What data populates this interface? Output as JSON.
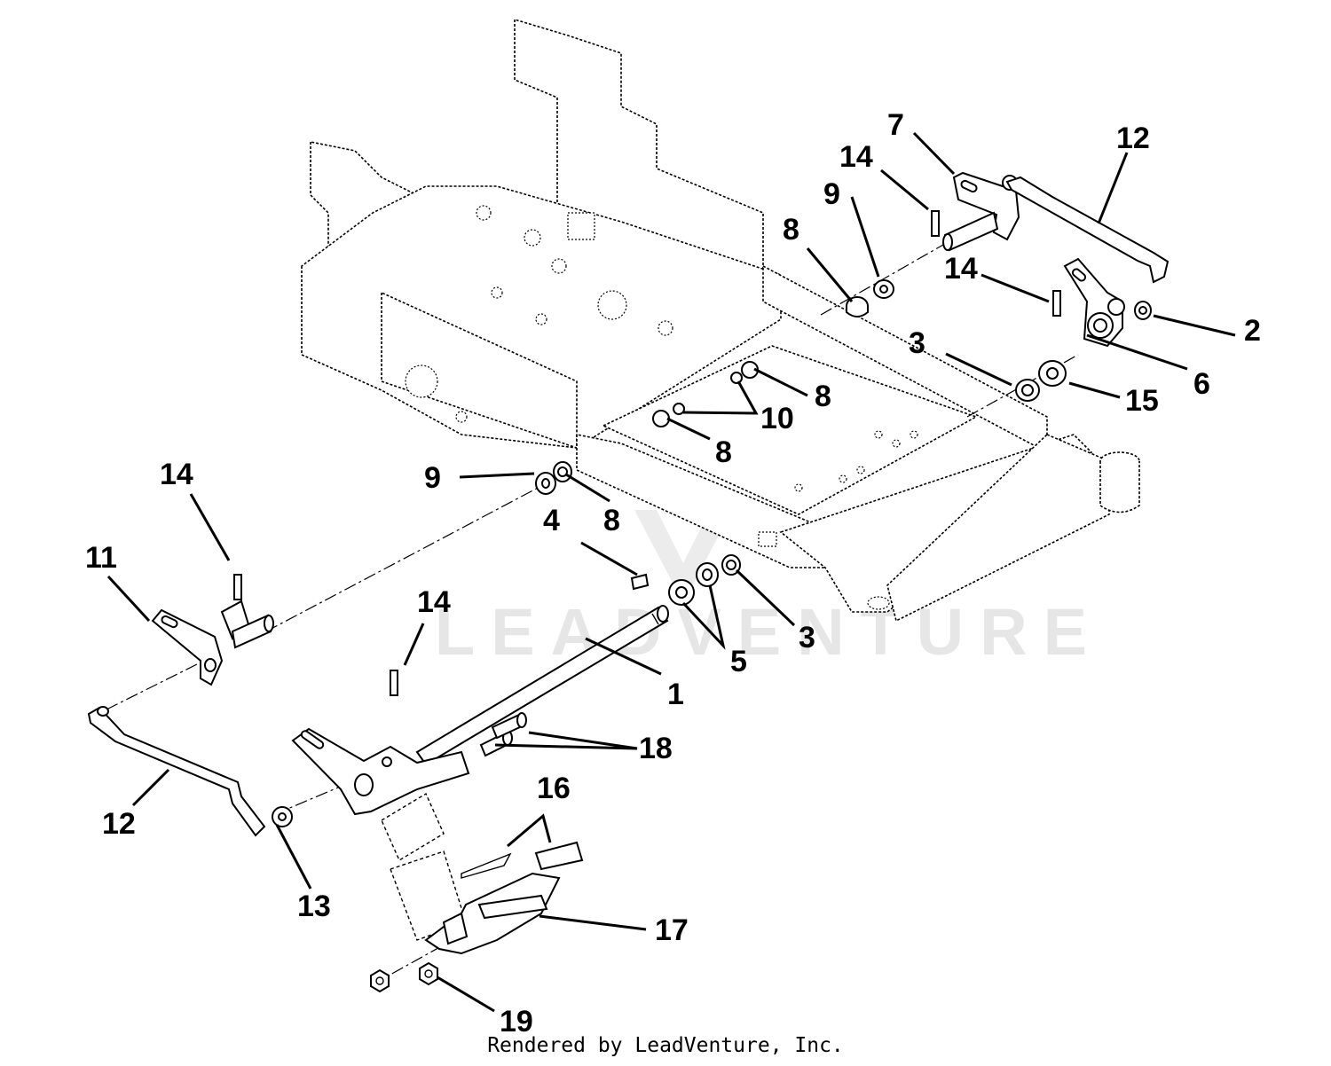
{
  "diagram": {
    "watermark_text": "LEADVENTURE",
    "footer_credit": "Rendered by LeadVenture, Inc.",
    "callouts": [
      {
        "id": "c1",
        "label": "1"
      },
      {
        "id": "c2",
        "label": "2"
      },
      {
        "id": "c3a",
        "label": "3"
      },
      {
        "id": "c3b",
        "label": "3"
      },
      {
        "id": "c4",
        "label": "4"
      },
      {
        "id": "c5",
        "label": "5"
      },
      {
        "id": "c6",
        "label": "6"
      },
      {
        "id": "c7",
        "label": "7"
      },
      {
        "id": "c8a",
        "label": "8"
      },
      {
        "id": "c8b",
        "label": "8"
      },
      {
        "id": "c8c",
        "label": "8"
      },
      {
        "id": "c8d",
        "label": "8"
      },
      {
        "id": "c9a",
        "label": "9"
      },
      {
        "id": "c9b",
        "label": "9"
      },
      {
        "id": "c10",
        "label": "10"
      },
      {
        "id": "c11",
        "label": "11"
      },
      {
        "id": "c12a",
        "label": "12"
      },
      {
        "id": "c12b",
        "label": "12"
      },
      {
        "id": "c13",
        "label": "13"
      },
      {
        "id": "c14a",
        "label": "14"
      },
      {
        "id": "c14b",
        "label": "14"
      },
      {
        "id": "c14c",
        "label": "14"
      },
      {
        "id": "c14d",
        "label": "14"
      },
      {
        "id": "c15",
        "label": "15"
      },
      {
        "id": "c16",
        "label": "16"
      },
      {
        "id": "c17",
        "label": "17"
      },
      {
        "id": "c18",
        "label": "18"
      },
      {
        "id": "c19",
        "label": "19"
      }
    ]
  }
}
